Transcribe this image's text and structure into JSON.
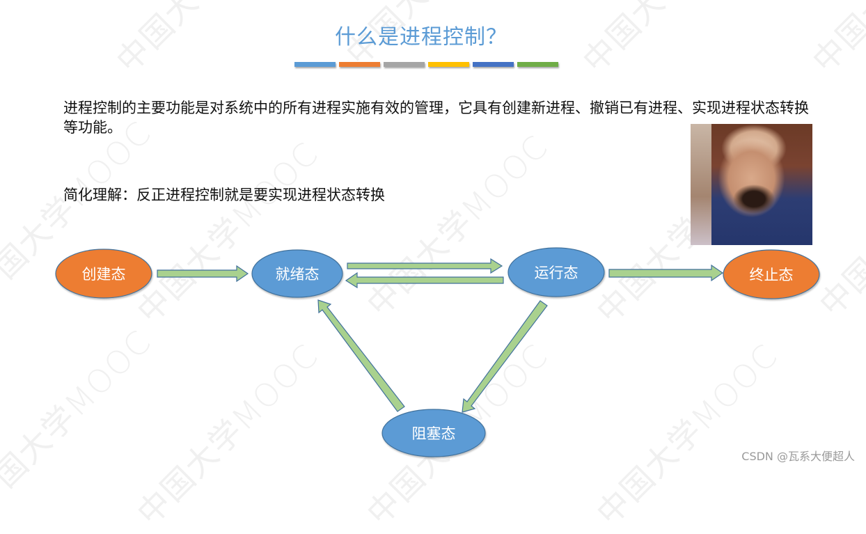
{
  "slide": {
    "title": "什么是进程控制？",
    "title_color": "#5b9bd5",
    "color_bars": [
      "#5b9bd5",
      "#ed7d31",
      "#a5a5a5",
      "#ffc000",
      "#4472c4",
      "#70ad47"
    ],
    "paragraph": "进程控制的主要功能是对系统中的所有进程实施有效的管理，它具有创建新进程、撤销已有进程、实现进程状态转换等功能。",
    "simplified": "简化理解：反正进程控制就是要实现进程状态转换",
    "image": {
      "description": "meme-crying-man"
    }
  },
  "diagram": {
    "nodes": [
      {
        "id": "new",
        "label": "创建态",
        "color": "#ed7d31"
      },
      {
        "id": "ready",
        "label": "就绪态",
        "color": "#5b9bd5"
      },
      {
        "id": "running",
        "label": "运行态",
        "color": "#5b9bd5"
      },
      {
        "id": "terminated",
        "label": "终止态",
        "color": "#ed7d31"
      },
      {
        "id": "blocked",
        "label": "阻塞态",
        "color": "#5b9bd5"
      }
    ],
    "edges": [
      {
        "from": "创建态",
        "to": "就绪态"
      },
      {
        "from": "就绪态",
        "to": "运行态"
      },
      {
        "from": "运行态",
        "to": "就绪态"
      },
      {
        "from": "运行态",
        "to": "终止态"
      },
      {
        "from": "运行态",
        "to": "阻塞态"
      },
      {
        "from": "阻塞态",
        "to": "就绪态"
      }
    ],
    "arrow_fill": "#a9d18e",
    "arrow_stroke": "#41719c"
  },
  "watermark": {
    "text": "中国大学MOOC"
  },
  "footer": {
    "credit": "CSDN @瓦系大便超人"
  }
}
